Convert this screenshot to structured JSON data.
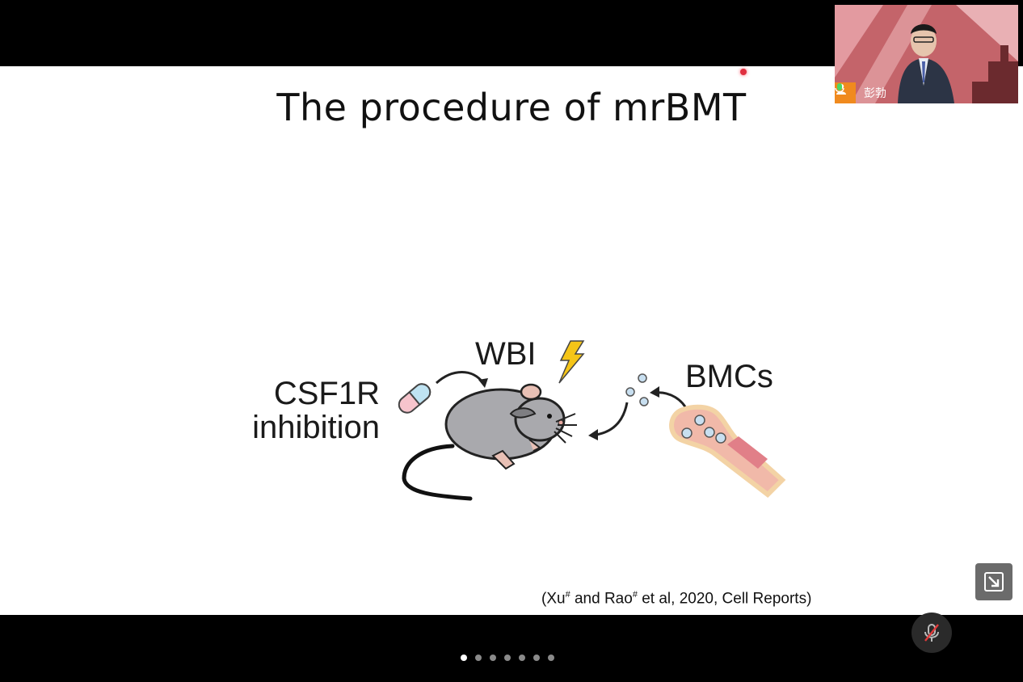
{
  "slide": {
    "title": "The procedure of mrBMT",
    "labels": {
      "csf1r_line1": "CSF1R",
      "csf1r_line2": "inhibition",
      "wbi": "WBI",
      "bmcs": "BMCs"
    },
    "citation": {
      "pre": "(Xu",
      "sup1": "#",
      "mid": " and Rao",
      "sup2": "#",
      "post": " et al, 2020, Cell Reports)"
    }
  },
  "video_tile": {
    "participant_name": "彭勃",
    "icons": [
      "user-avatar-icon",
      "microphone-icon"
    ]
  },
  "controls": {
    "expand_icon": "expand-arrow-icon",
    "mic_icon": "microphone-muted-icon",
    "page_dots": {
      "count": 7,
      "active_index": 0
    }
  },
  "colors": {
    "avatar_orange": "#f08a1e",
    "pointer_red": "#e03040"
  }
}
